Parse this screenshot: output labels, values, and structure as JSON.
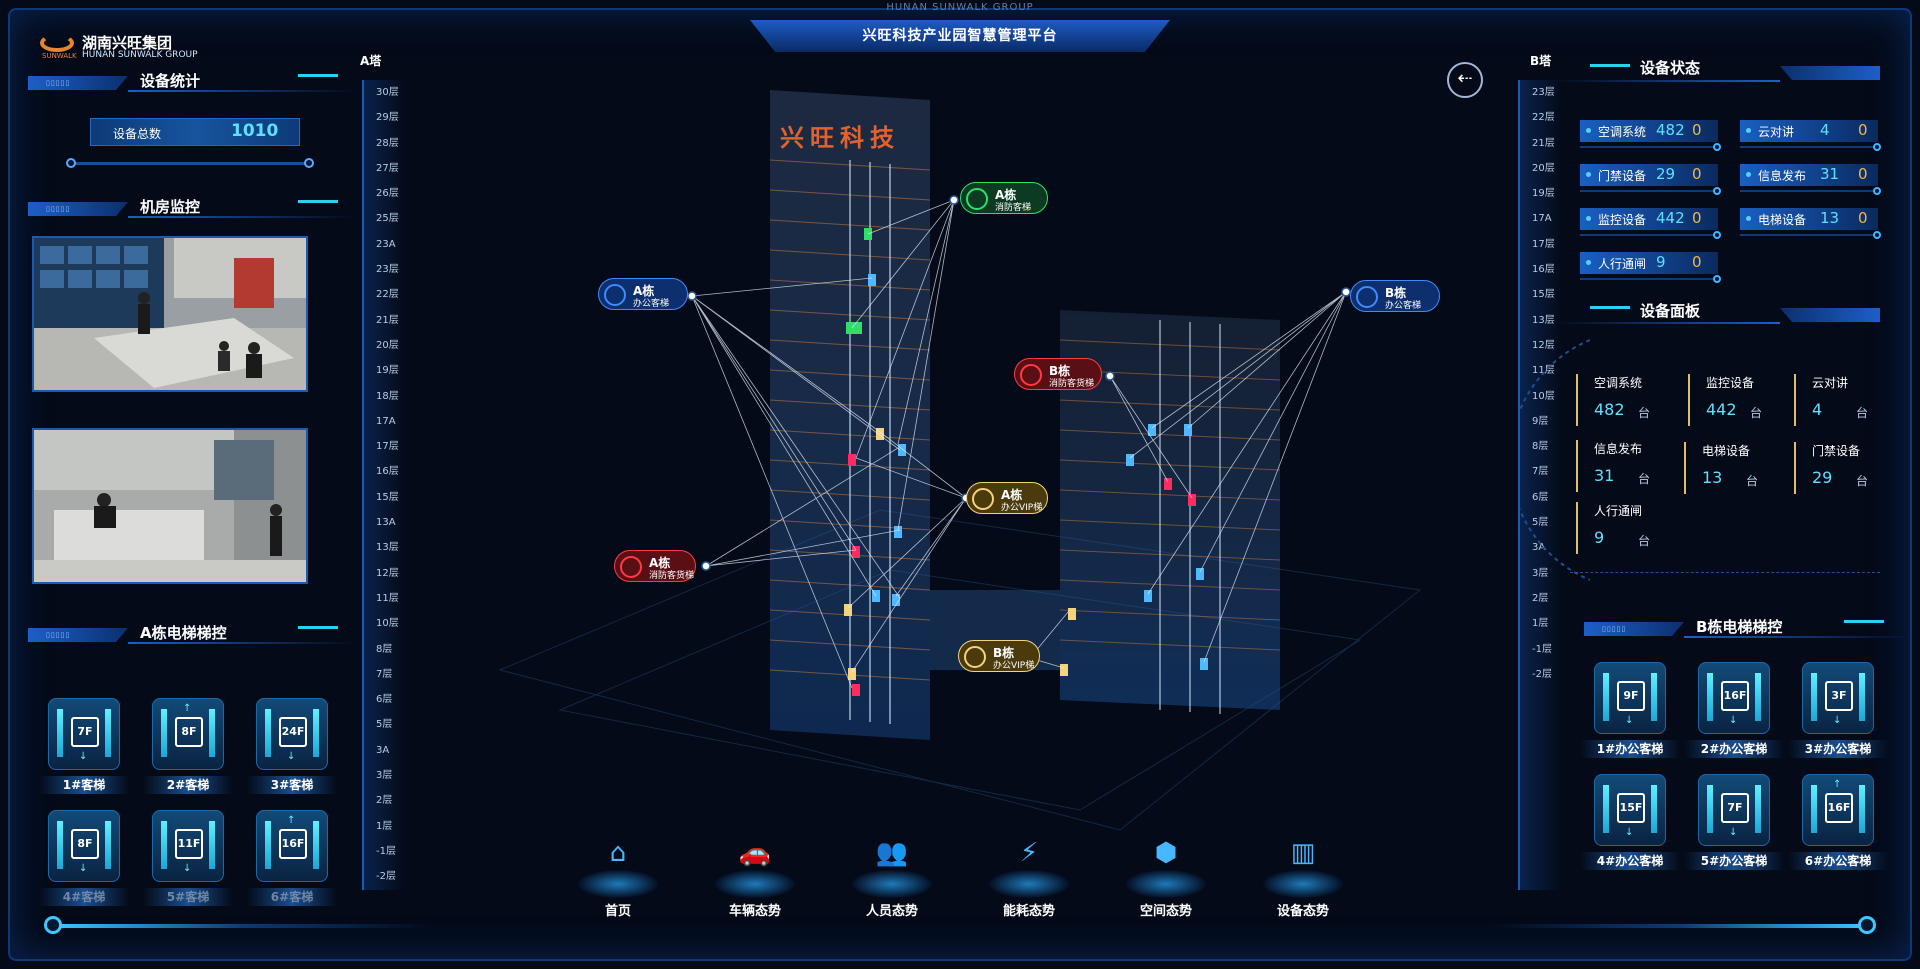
{
  "header": {
    "small": "HUNAN SUNWALK GROUP",
    "title": "兴旺科技产业园智慧管理平台"
  },
  "logo": {
    "cn": "湖南兴旺集团",
    "en": "HUNAN SUNWALK GROUP",
    "mark": "SUNWALK"
  },
  "left": {
    "device_stats": {
      "title": "设备统计",
      "total_label": "设备总数",
      "total_value": "1010"
    },
    "room_monitor": {
      "title": "机房监控"
    },
    "a_elevator": {
      "title": "A栋电梯梯控",
      "items": [
        {
          "floor": "7F",
          "dir": "↓",
          "label": "1#客梯"
        },
        {
          "floor": "8F",
          "dir": "↑",
          "label": "2#客梯"
        },
        {
          "floor": "24F",
          "dir": "↓",
          "label": "3#客梯"
        },
        {
          "floor": "8F",
          "dir": "↓",
          "label": "4#客梯"
        },
        {
          "floor": "11F",
          "dir": "↓",
          "label": "5#客梯"
        },
        {
          "floor": "16F",
          "dir": "↑",
          "label": "6#客梯"
        }
      ]
    }
  },
  "a_floors": {
    "head": "A塔",
    "items": [
      "30层",
      "29层",
      "28层",
      "27层",
      "26层",
      "25层",
      "23A",
      "23层",
      "22层",
      "21层",
      "20层",
      "19层",
      "18层",
      "17A",
      "17层",
      "16层",
      "15层",
      "13A",
      "13层",
      "12层",
      "11层",
      "10层",
      "8层",
      "7层",
      "6层",
      "5层",
      "3A",
      "3层",
      "2层",
      "1层",
      "-1层",
      "-2层"
    ]
  },
  "b_floors": {
    "head": "B塔",
    "items": [
      "23层",
      "22层",
      "21层",
      "20层",
      "19层",
      "17A",
      "17层",
      "16层",
      "15层",
      "13层",
      "12层",
      "11层",
      "10层",
      "9层",
      "8层",
      "7层",
      "6层",
      "5层",
      "3A",
      "3层",
      "2层",
      "1层",
      "-1层",
      "-2层"
    ]
  },
  "building_sign": "兴旺科技",
  "callouts": [
    {
      "t1": "A栋",
      "t2": "消防客梯",
      "color": "green"
    },
    {
      "t1": "A栋",
      "t2": "办公客梯",
      "color": "blue"
    },
    {
      "t1": "B栋",
      "t2": "消防客货梯",
      "color": "red"
    },
    {
      "t1": "A栋",
      "t2": "办公VIP梯",
      "color": "yellow"
    },
    {
      "t1": "A栋",
      "t2": "消防客货梯",
      "color": "red"
    },
    {
      "t1": "B栋",
      "t2": "办公VIP梯",
      "color": "yellow"
    },
    {
      "t1": "B栋",
      "t2": "办公客梯",
      "color": "blue"
    }
  ],
  "right": {
    "device_status": {
      "title": "设备状态",
      "items": [
        {
          "label": "空调系统",
          "v1": "482",
          "v2": "0"
        },
        {
          "label": "云对讲",
          "v1": "4",
          "v2": "0"
        },
        {
          "label": "门禁设备",
          "v1": "29",
          "v2": "0"
        },
        {
          "label": "信息发布",
          "v1": "31",
          "v2": "0"
        },
        {
          "label": "监控设备",
          "v1": "442",
          "v2": "0"
        },
        {
          "label": "电梯设备",
          "v1": "13",
          "v2": "0"
        },
        {
          "label": "人行通闸",
          "v1": "9",
          "v2": "0"
        }
      ]
    },
    "device_panel": {
      "title": "设备面板",
      "items": [
        {
          "label": "空调系统",
          "value": "482",
          "unit": "台"
        },
        {
          "label": "监控设备",
          "value": "442",
          "unit": "台"
        },
        {
          "label": "云对讲",
          "value": "4",
          "unit": "台"
        },
        {
          "label": "信息发布",
          "value": "31",
          "unit": "台"
        },
        {
          "label": "电梯设备",
          "value": "13",
          "unit": "台"
        },
        {
          "label": "门禁设备",
          "value": "29",
          "unit": "台"
        },
        {
          "label": "人行通闸",
          "value": "9",
          "unit": "台"
        }
      ]
    },
    "b_elevator": {
      "title": "B栋电梯梯控",
      "items": [
        {
          "floor": "9F",
          "dir": "↓",
          "label": "1#办公客梯"
        },
        {
          "floor": "16F",
          "dir": "↓",
          "label": "2#办公客梯"
        },
        {
          "floor": "3F",
          "dir": "↓",
          "label": "3#办公客梯"
        },
        {
          "floor": "15F",
          "dir": "↓",
          "label": "4#办公客梯"
        },
        {
          "floor": "7F",
          "dir": "↓",
          "label": "5#办公客梯"
        },
        {
          "floor": "16F",
          "dir": "↑",
          "label": "6#办公客梯"
        }
      ]
    }
  },
  "nav": [
    {
      "label": "首页",
      "icon": "home-icon",
      "glyph": "⌂"
    },
    {
      "label": "车辆态势",
      "icon": "car-icon",
      "glyph": "🚗"
    },
    {
      "label": "人员态势",
      "icon": "people-icon",
      "glyph": "👥"
    },
    {
      "label": "能耗态势",
      "icon": "energy-icon",
      "glyph": "⚡"
    },
    {
      "label": "空间态势",
      "icon": "cube-icon",
      "glyph": "⬢"
    },
    {
      "label": "设备态势",
      "icon": "server-icon",
      "glyph": "▥"
    }
  ]
}
